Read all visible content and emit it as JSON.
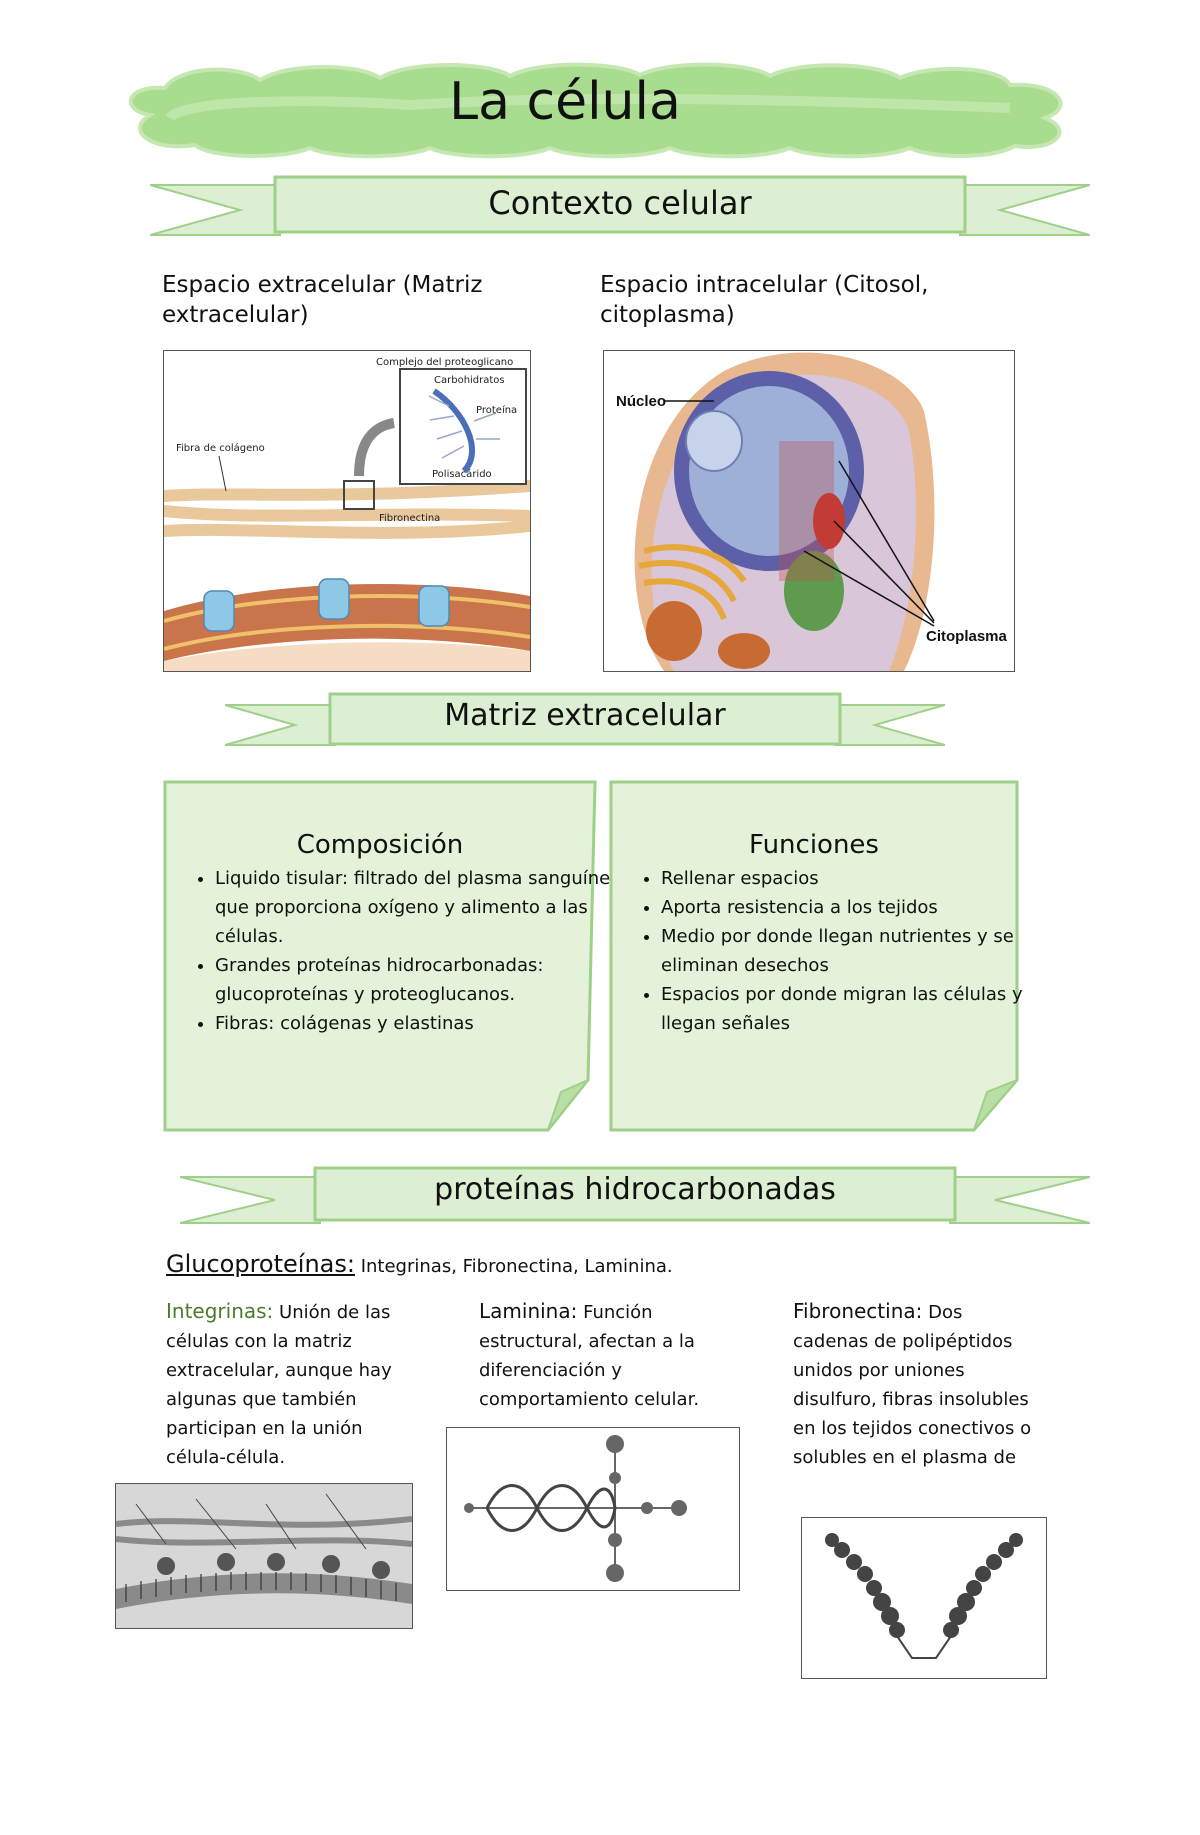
{
  "title": "La célula",
  "sections": {
    "contexto": "Contexto celular",
    "matriz": "Matriz extracelular",
    "proteinas": "proteínas hidrocarbonadas"
  },
  "contexto": {
    "left_heading": "Espacio extracelular (Matriz extracelular)",
    "right_heading": "Espacio intracelular (Citosol, citoplasma)",
    "left_figure_labels": {
      "complex": "Complejo del proteoglicano",
      "carbs": "Carbohidratos",
      "protein": "Proteína",
      "poly": "Polisacárido",
      "collagen": "Fibra de colágeno",
      "fibronectin": "Fibronectina"
    },
    "right_figure_labels": {
      "nucleus": "Núcleo",
      "cytoplasm": "Citoplasma"
    }
  },
  "composicion": {
    "title": "Composición",
    "items": [
      "Liquido tisular: filtrado del plasma sanguíneo que proporciona oxígeno y alimento a las células.",
      "Grandes proteínas hidrocarbonadas: glucoproteínas y proteoglucanos.",
      "Fibras: colágenas y elastinas"
    ]
  },
  "funciones": {
    "title": "Funciones",
    "items": [
      "Rellenar espacios",
      "Aporta resistencia a los tejidos",
      "Medio por donde llegan nutrientes y se eliminan desechos",
      "Espacios por donde migran las células y llegan señales"
    ]
  },
  "glucoproteinas": {
    "label": "Glucoproteínas:",
    "list": "Integrinas, Fibronectina, Laminina."
  },
  "integrinas": {
    "term": "Integrinas:",
    "text": "Unión de las células con la matriz extracelular, aunque hay algunas que también participan en la unión célula-célula."
  },
  "laminina": {
    "term": "Laminina:",
    "text": "Función estructural, afectan a la diferenciación y comportamiento celular."
  },
  "fibronectina": {
    "term": "Fibronectina:",
    "text": "Dos cadenas de polipéptidos unidos por uniones disulfuro, fibras insolubles en los tejidos conectivos o solubles en el plasma de"
  },
  "colors": {
    "ribbon_fill": "#dcefd2",
    "ribbon_stroke": "#9fd08a",
    "cloud_fill": "#a8dc8e",
    "note_fill": "#e3f2d9",
    "integrinas_term": "#4e7a2e"
  }
}
